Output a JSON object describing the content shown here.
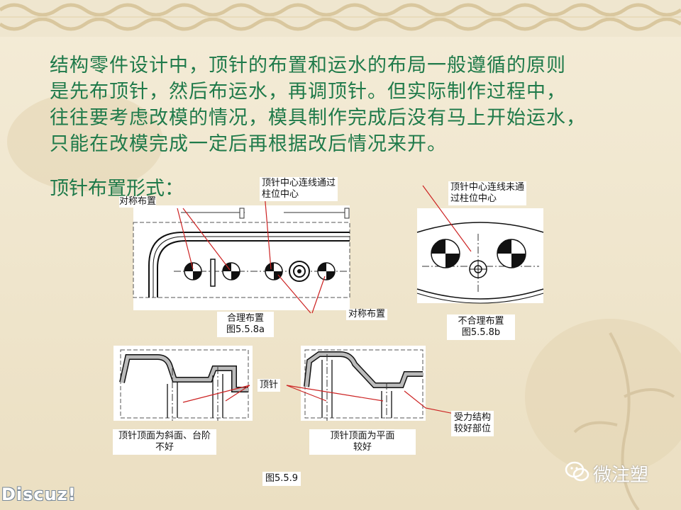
{
  "paragraph": [
    "结构零件设计中，顶针的布置和运水的布局一般遵循的原则",
    "是先布顶针，然后布运水，再调顶针。但实际制作过程中，",
    "往往要考虑改模的情况，模具制作完成后没有马上开始运水，",
    "只能在改模完成一定后再根据改后情况来开。"
  ],
  "heading": "顶针布置形式：",
  "fig_a": {
    "label_symmetric_top": "对称布置",
    "label_center_line_1": "顶针中心连线通过",
    "label_center_line_2": "柱位中心",
    "label_symmetric_bottom": "对称布置",
    "caption_1": "合理布置",
    "caption_2": "图5.5.8a"
  },
  "fig_b": {
    "label_1": "顶针中心连线未通",
    "label_2": "过柱位中心",
    "caption_1": "不合理布置",
    "caption_2": "图5.5.8b"
  },
  "fig_c": {
    "ejector_label": "顶针",
    "left_caption_1": "顶针顶面为斜面、台阶",
    "left_caption_2": "不好",
    "right_caption_1": "顶针顶面为平面",
    "right_caption_2": "较好",
    "force_1": "受力结构",
    "force_2": "较好部位",
    "figure_caption": "图5.5.9"
  },
  "logos": {
    "discuz": "Discuz!",
    "wechat": "微注塑"
  },
  "colors": {
    "text_green": "#1f7a4a",
    "leader_red": "#cc2222",
    "background": "#efe6cf"
  }
}
